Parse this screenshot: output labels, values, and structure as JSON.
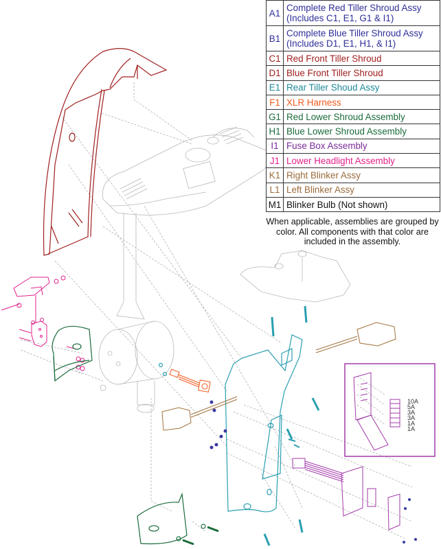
{
  "legend": {
    "rows": [
      {
        "code": "A1",
        "line1": "Complete Red Tiller Shroud Assy",
        "line2": "(Includes C1, E1, G1 & I1)",
        "color": "#2e2e99"
      },
      {
        "code": "B1",
        "line1": "Complete Blue Tiller Shroud Assy",
        "line2": "(Includes D1, E1, H1, & I1)",
        "color": "#2e2e99"
      },
      {
        "code": "C1",
        "label": "Red Front Tiller Shroud",
        "color": "#a01e1e"
      },
      {
        "code": "D1",
        "label": "Blue Front Tiller Shroud",
        "color": "#a01e1e"
      },
      {
        "code": "E1",
        "label": "Rear Tiller Shoud Assy",
        "color": "#1f8a9a"
      },
      {
        "code": "F1",
        "label": "XLR Harness",
        "color": "#f05a1e"
      },
      {
        "code": "G1",
        "label": "Red Lower Shroud Assembly",
        "color": "#1a6b3a"
      },
      {
        "code": "H1",
        "label": "Blue Lower Shroud Assembly",
        "color": "#1a6b3a"
      },
      {
        "code": "I1",
        "label": "Fuse Box Assembly",
        "color": "#7a2a9a"
      },
      {
        "code": "J1",
        "label": "Lower Headlight Assembly",
        "color": "#e0208a"
      },
      {
        "code": "K1",
        "label": "Right Blinker Assy",
        "color": "#9a6a3a"
      },
      {
        "code": "L1",
        "label": "Left Blinker Assy",
        "color": "#9a6a3a"
      },
      {
        "code": "M1",
        "label": "Blinker Bulb (Not shown)",
        "color": "#111111"
      }
    ]
  },
  "note": "When applicable, assemblies are grouped by color. All components with that color are included in the assembly.",
  "fuse_box_inset": {
    "ratings": [
      "10A",
      "5A",
      "3A",
      "3A",
      "1A",
      "1A"
    ]
  },
  "colors": {
    "front_shroud": "#a01e1e",
    "rear_shroud": "#2a9fb0",
    "xlr_harness": "#f05a1e",
    "lower_shroud": "#1a6b3a",
    "fuse_box": "#a23aa8",
    "headlight": "#e0208a",
    "blinker": "#a0703a",
    "hardware_blue": "#3a3aa0",
    "base_line": "#b8b8b8"
  }
}
